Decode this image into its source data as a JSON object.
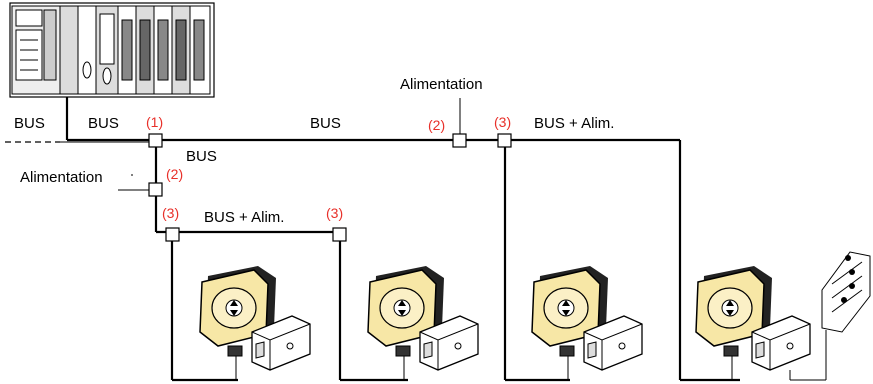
{
  "labels": {
    "bus_left": "BUS",
    "bus_mid": "BUS",
    "bus_top": "BUS",
    "bus_branch": "BUS",
    "alimentation_top": "Alimentation",
    "alimentation_left": "Alimentation",
    "bus_alim_right": "BUS + Alim.",
    "bus_alim_left": "BUS + Alim."
  },
  "markers": {
    "m1": "(1)",
    "m2_top": "(2)",
    "m3_top": "(3)",
    "m2_left": "(2)",
    "m3_left_a": "(3)",
    "m3_left_b": "(3)"
  },
  "colors": {
    "marker": "#e8302a",
    "sensor_face": "#f7e7a6",
    "sensor_body": "#222222",
    "line": "#000000"
  },
  "icons": [
    "plc-rack-icon",
    "inductive-sensor-icon",
    "target-block-icon",
    "limit-switch-icon"
  ]
}
